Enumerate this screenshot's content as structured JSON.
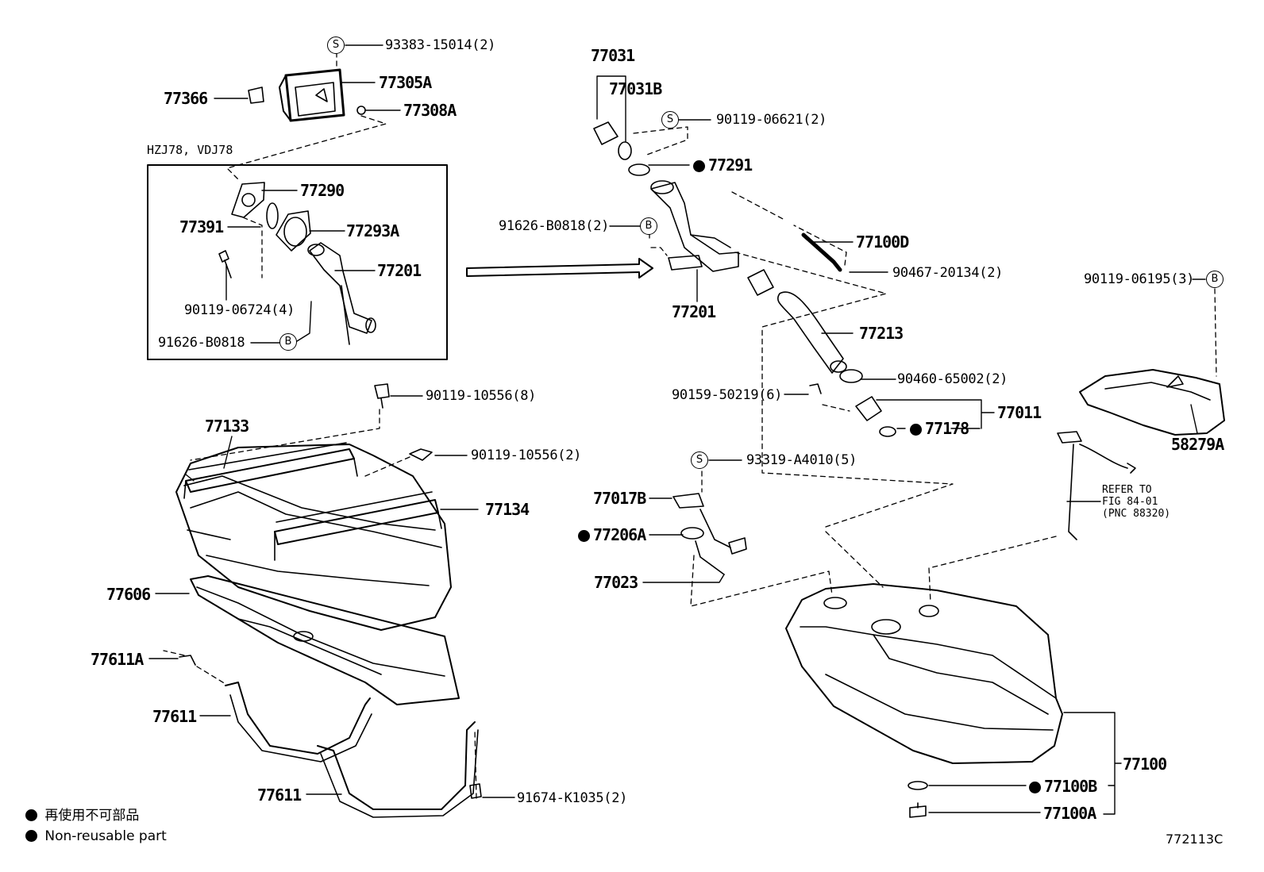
{
  "labels": {
    "p93383": "93383-15014(2)",
    "p77305A": "77305A",
    "p77366": "77366",
    "p77308A": "77308A",
    "model": "HZJ78, VDJ78",
    "p77290": "77290",
    "p77391": "77391",
    "p77293A": "77293A",
    "p77201_box": "77201",
    "p90119_06724": "90119-06724(4)",
    "p91626_box": "91626-B0818",
    "p77031": "77031",
    "p77031B": "77031B",
    "p90119_06621": "90119-06621(2)",
    "p77291": "77291",
    "p91626_2": "91626-B0818(2)",
    "p77100D": "77100D",
    "p90467": "90467-20134(2)",
    "p77201": "77201",
    "p77213": "77213",
    "p90460": "90460-65002(2)",
    "p90159": "90159-50219(6)",
    "p77011": "77011",
    "p77178": "77178",
    "p93319": "93319-A4010(5)",
    "p77017B": "77017B",
    "p77206A": "77206A",
    "p77023": "77023",
    "p90119_06195": "90119-06195(3)",
    "p58279A": "58279A",
    "refer": "REFER TO\nFIG 84-01\n(PNC 88320)",
    "p90119_10556_8": "90119-10556(8)",
    "p77133": "77133",
    "p90119_10556_2": "90119-10556(2)",
    "p77134": "77134",
    "p77606": "77606",
    "p77611A": "77611A",
    "p77611a": "77611",
    "p77611b": "77611",
    "p91674": "91674-K1035(2)",
    "p77100": "77100",
    "p77100B": "77100B",
    "p77100A": "77100A",
    "legend_jp": "再使用不可部品",
    "legend_en": "Non-reusable part",
    "fig_id": "772113C"
  },
  "circle_letters": {
    "s": "S",
    "b": "B"
  }
}
